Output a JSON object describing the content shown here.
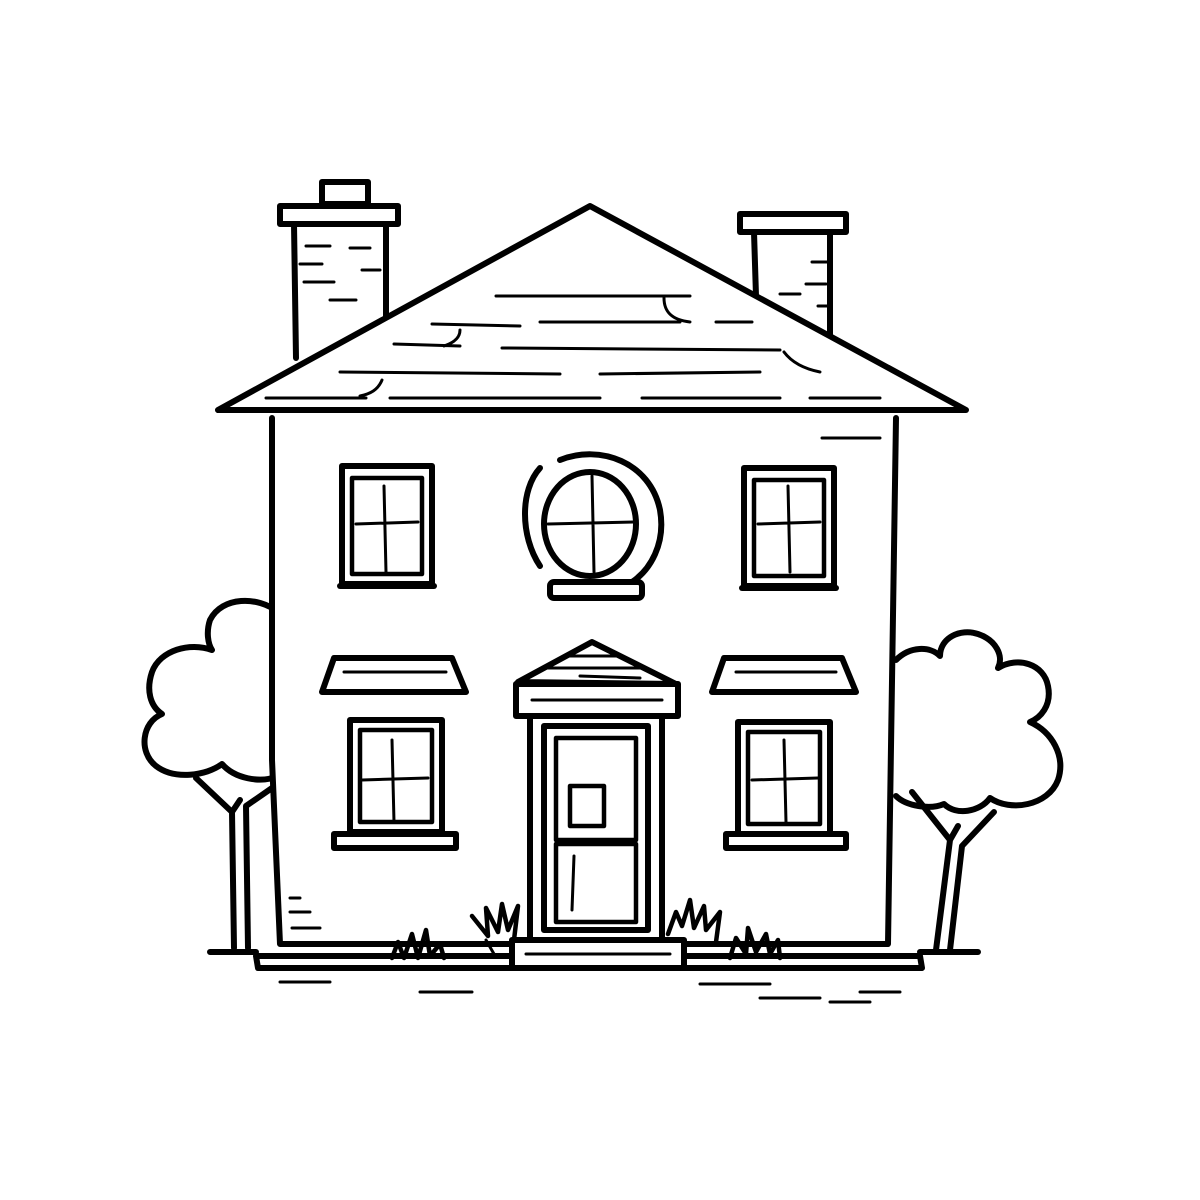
{
  "scene": {
    "subject": "two-story-house-line-drawing",
    "style": "black outline on white, coloring-page",
    "colors": {
      "ink": "#000000",
      "paper": "#ffffff"
    },
    "elements": {
      "chimneys": 2,
      "upper_windows": 2,
      "round_window": 1,
      "lower_windows": 2,
      "window_awnings": 2,
      "door": 1,
      "trees": 2,
      "grass_tufts": 4
    }
  }
}
